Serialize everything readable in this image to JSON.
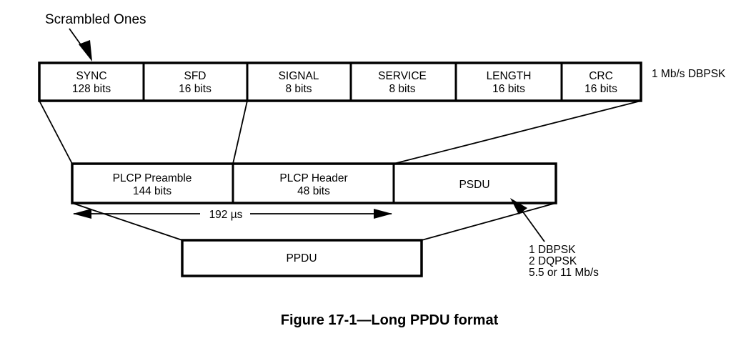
{
  "scrambled_label": "Scrambled Ones",
  "rate_label": "1 Mb/s DBPSK",
  "fields": [
    {
      "name": "SYNC",
      "bits": "128 bits"
    },
    {
      "name": "SFD",
      "bits": "16 bits"
    },
    {
      "name": "SIGNAL",
      "bits": "8 bits"
    },
    {
      "name": "SERVICE",
      "bits": "8 bits"
    },
    {
      "name": "LENGTH",
      "bits": "16 bits"
    },
    {
      "name": "CRC",
      "bits": "16 bits"
    }
  ],
  "plcp": {
    "preamble": {
      "name": "PLCP Preamble",
      "bits": "144 bits"
    },
    "header": {
      "name": "PLCP Header",
      "bits": "48 bits"
    },
    "psdu": "PSDU"
  },
  "duration_label": "192 µs",
  "ppdu_label": "PPDU",
  "psdu_rates": [
    "1 DBPSK",
    "2 DQPSK",
    "5.5 or 11 Mb/s"
  ],
  "caption": "Figure 17-1—Long PPDU format"
}
